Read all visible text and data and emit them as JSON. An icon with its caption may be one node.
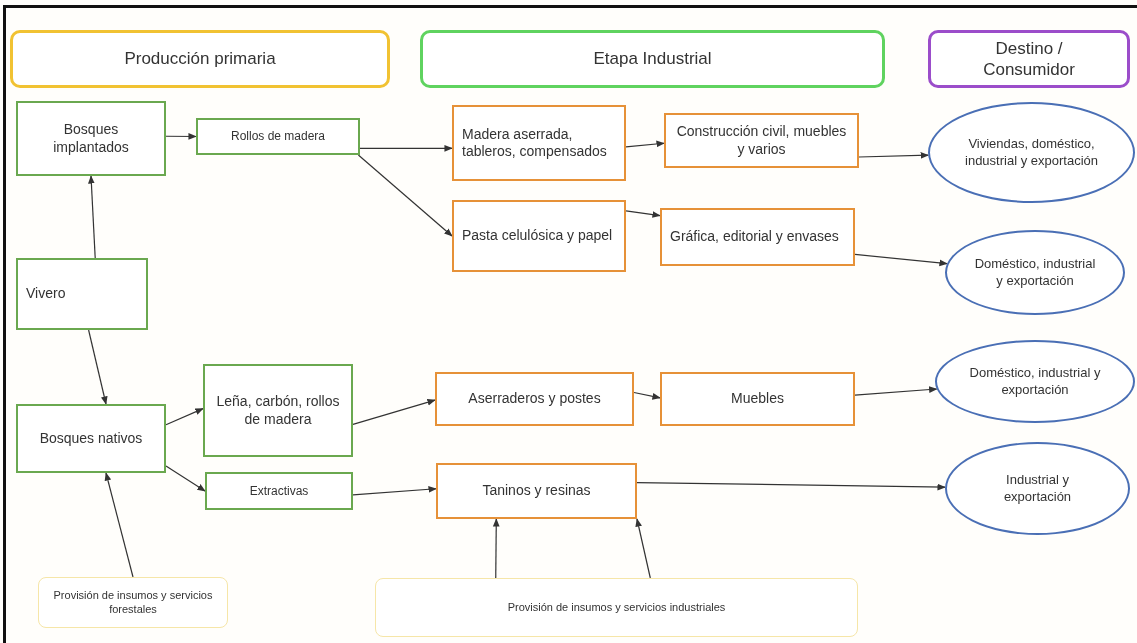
{
  "diagram": {
    "nodes": [
      {
        "text": [
          "Producción primaria"
        ]
      },
      {
        "text": [
          "Etapa Industrial"
        ]
      },
      {
        "text": [
          "Destino / Consumidor"
        ]
      },
      {
        "text": [
          "Bosques implantados"
        ]
      },
      {
        "text": [
          "Rollos de madera"
        ]
      },
      {
        "text": [
          "Madera aserrada, tableros, compensados"
        ]
      },
      {
        "text": [
          "Construcción civil, muebles y varios"
        ]
      },
      {
        "text": [
          "Viviendas, doméstico, industrial y exportación"
        ]
      },
      {
        "text": [
          "Pasta celulósica y papel"
        ]
      },
      {
        "text": [
          "Gráfica, editorial y envases"
        ]
      },
      {
        "text": [
          "Doméstico, industrial y exportación"
        ]
      },
      {
        "text": [
          "Vivero"
        ]
      },
      {
        "text": [
          "Bosques nativos"
        ]
      },
      {
        "text": [
          "Leña, carbón, rollos de madera"
        ]
      },
      {
        "text": [
          "Extractivas"
        ]
      },
      {
        "text": [
          "Aserraderos y postes"
        ]
      },
      {
        "text": [
          "Muebles"
        ]
      },
      {
        "text": [
          "Doméstico, industrial y exportación"
        ]
      },
      {
        "text": [
          "Taninos y resinas"
        ]
      },
      {
        "text": [
          "Industrial y exportación"
        ]
      },
      {
        "text": [
          "Provisión de insumos y servicios forestales"
        ]
      },
      {
        "text": [
          "Provisión de insumos y servicios industriales"
        ]
      }
    ],
    "edges": [
      {
        "from": 3,
        "to": 4,
        "arrow": "to"
      },
      {
        "from": 4,
        "to": 5,
        "arrow": "to"
      },
      {
        "from": 4,
        "to": 8,
        "arrow": "to"
      },
      {
        "from": 5,
        "to": 6,
        "arrow": "to"
      },
      {
        "from": 6,
        "to": 7,
        "arrow": "to"
      },
      {
        "from": 8,
        "to": 9,
        "arrow": "to"
      },
      {
        "from": 9,
        "to": 10,
        "arrow": "to"
      },
      {
        "from": 11,
        "to": 3,
        "arrow": "to"
      },
      {
        "from": 11,
        "to": 12,
        "arrow": "to"
      },
      {
        "from": 12,
        "to": 13,
        "arrow": "to"
      },
      {
        "from": 12,
        "to": 14,
        "arrow": "to"
      },
      {
        "from": 13,
        "to": 15,
        "arrow": "to"
      },
      {
        "from": 14,
        "to": 18,
        "arrow": "to"
      },
      {
        "from": 15,
        "to": 16,
        "arrow": "to"
      },
      {
        "from": 16,
        "to": 17,
        "arrow": "to"
      },
      {
        "from": 18,
        "to": 19,
        "arrow": "to"
      },
      {
        "from": 20,
        "to": 12,
        "arrow": "to"
      },
      {
        "from": 21,
        "to": 18,
        "arrow": "to"
      },
      {
        "from": 21,
        "to": 18,
        "arrow": "to"
      }
    ]
  }
}
